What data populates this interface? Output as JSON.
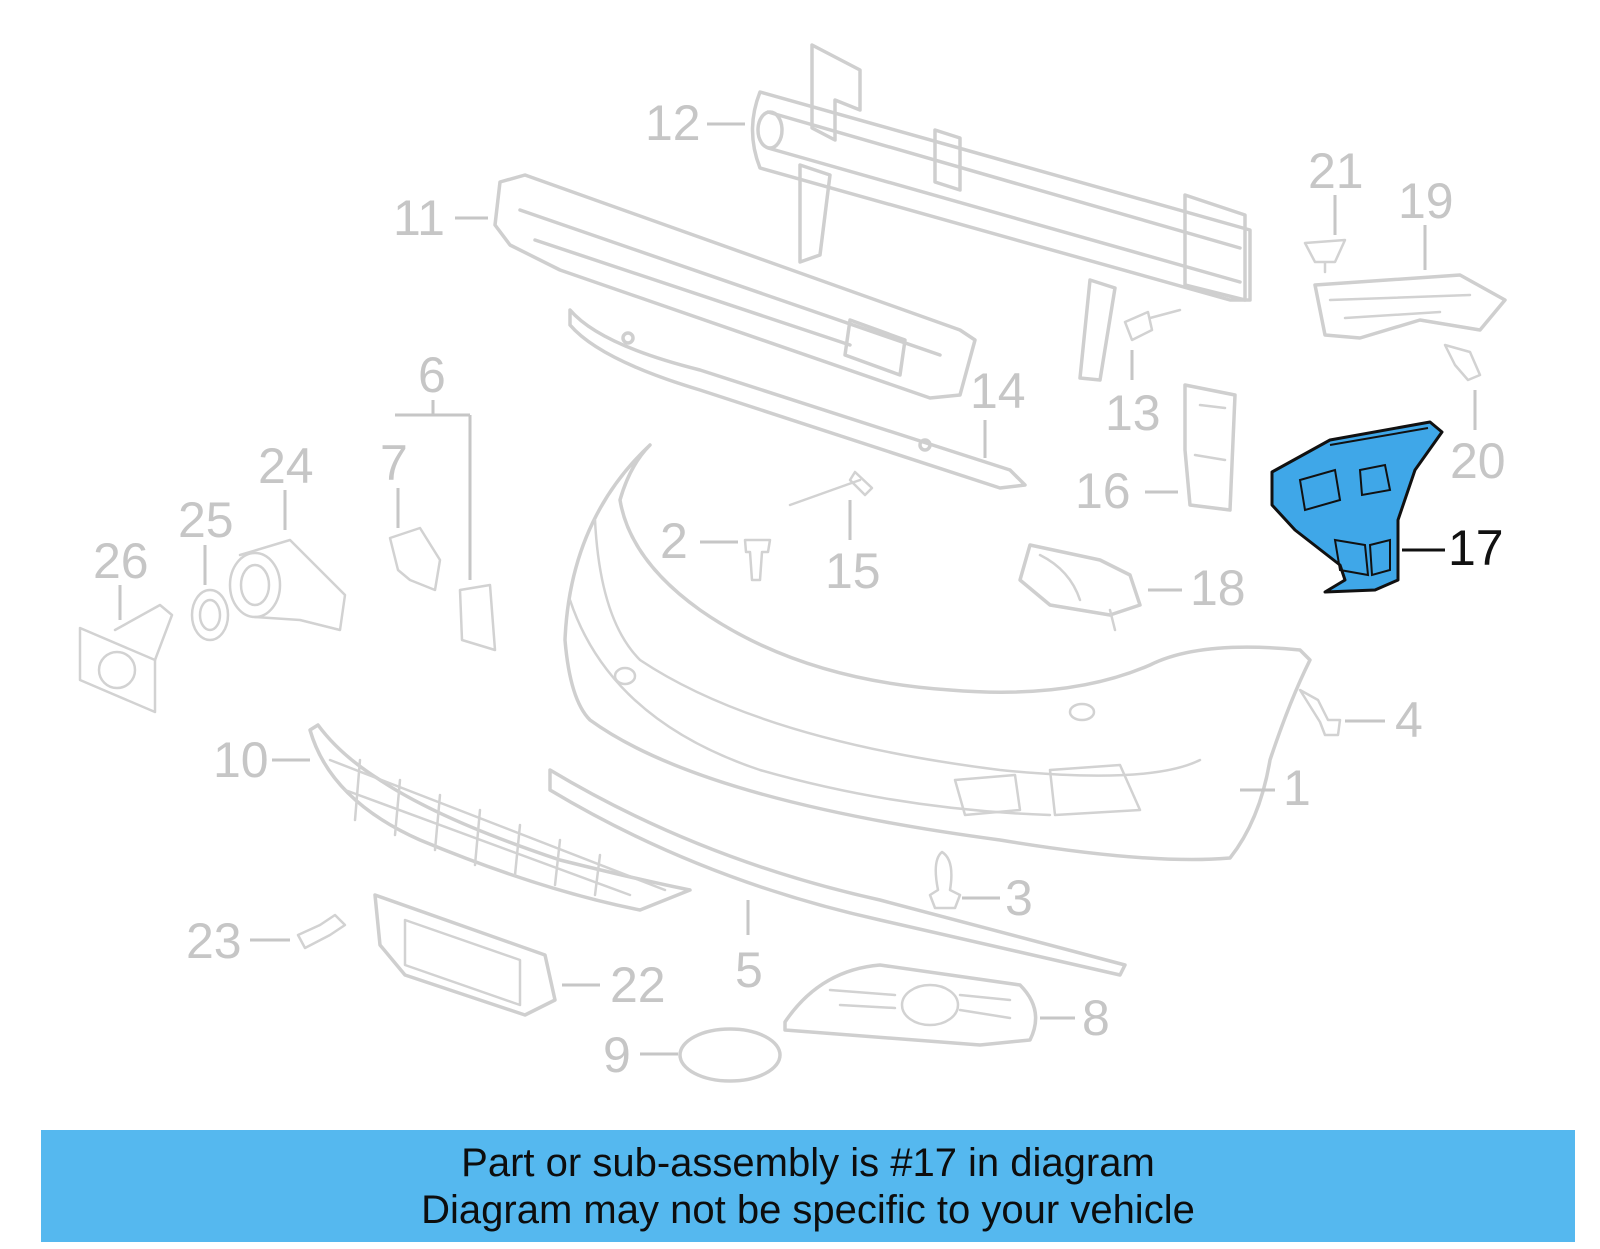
{
  "diagram": {
    "highlighted_part": "17",
    "highlight_color": "#3fa7e8",
    "parts": [
      {
        "id": "p1",
        "label": "1"
      },
      {
        "id": "p2",
        "label": "2"
      },
      {
        "id": "p3",
        "label": "3"
      },
      {
        "id": "p4",
        "label": "4"
      },
      {
        "id": "p5",
        "label": "5"
      },
      {
        "id": "p6",
        "label": "6"
      },
      {
        "id": "p7",
        "label": "7"
      },
      {
        "id": "p8",
        "label": "8"
      },
      {
        "id": "p9",
        "label": "9"
      },
      {
        "id": "p10",
        "label": "10"
      },
      {
        "id": "p11",
        "label": "11"
      },
      {
        "id": "p12",
        "label": "12"
      },
      {
        "id": "p13",
        "label": "13"
      },
      {
        "id": "p14",
        "label": "14"
      },
      {
        "id": "p15",
        "label": "15"
      },
      {
        "id": "p16",
        "label": "16"
      },
      {
        "id": "p17",
        "label": "17"
      },
      {
        "id": "p18",
        "label": "18"
      },
      {
        "id": "p19",
        "label": "19"
      },
      {
        "id": "p20",
        "label": "20"
      },
      {
        "id": "p21",
        "label": "21"
      },
      {
        "id": "p22",
        "label": "22"
      },
      {
        "id": "p23",
        "label": "23"
      },
      {
        "id": "p24",
        "label": "24"
      },
      {
        "id": "p25",
        "label": "25"
      },
      {
        "id": "p26",
        "label": "26"
      }
    ]
  },
  "banner": {
    "line1": "Part or sub-assembly is #17 in diagram",
    "line2": "Diagram may not be specific to your vehicle",
    "color": "#55b8ef"
  }
}
